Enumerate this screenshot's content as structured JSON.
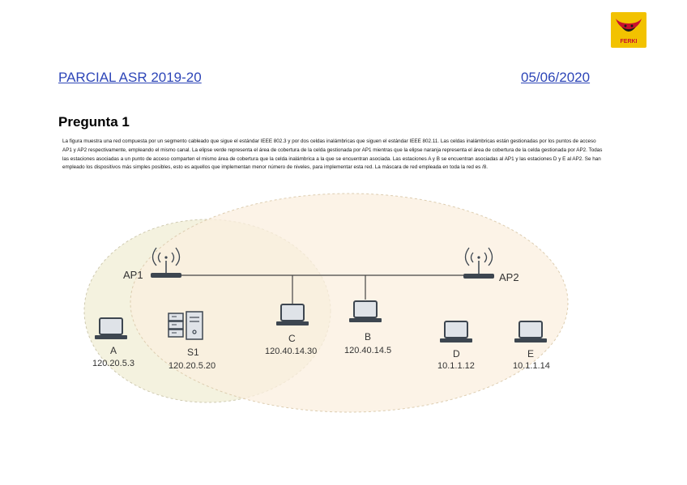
{
  "logo": {
    "text": "FERKI"
  },
  "header": {
    "course": "PARCIAL ASR 2019-20",
    "date": "05/06/2020"
  },
  "question": {
    "title": "Pregunta 1",
    "body": "La figura muestra una red compuesta por un segmento cableado que sigue el estándar IEEE 802.3 y por dos celdas inalámbricas que siguen el estándar IEEE 802.11. Las celdas inalámbricas están gestionadas por los puntos de acceso AP1 y AP2 respectivamente, empleando el mismo canal. La elipse verde representa el área de cobertura de la celda gestionada por AP1 mientras que la elipse naranja representa el área de cobertura de la celda gestionada por AP2. Todas las estaciones asociadas a un punto de acceso comparten el mismo área de cobertura que la celda inalámbrica a la que se encuentran asociada. Las estaciones A y B se encuentran asociadas al AP1 y las estaciones D y E al AP2. Se han empleado los dispositivos más simples posibles, esto es aquellos que implementan menor número de niveles, para implementar esta red. La máscara de red empleada en toda la red es /8."
  },
  "diagram": {
    "access_points": [
      {
        "name": "AP1"
      },
      {
        "name": "AP2"
      }
    ],
    "hosts": [
      {
        "name": "A",
        "ip": "120.20.5.3"
      },
      {
        "name": "S1",
        "ip": "120.20.5.20"
      },
      {
        "name": "C",
        "ip": "120.40.14.30"
      },
      {
        "name": "B",
        "ip": "120.40.14.5"
      },
      {
        "name": "D",
        "ip": "10.1.1.12"
      },
      {
        "name": "E",
        "ip": "10.1.1.14"
      }
    ],
    "colors": {
      "cell_ap1": "#f4f2df",
      "cell_ap2": "#fbefdf",
      "line": "#444444",
      "device_fill": "#dfe3e8",
      "device_stroke": "#3d4650"
    }
  }
}
